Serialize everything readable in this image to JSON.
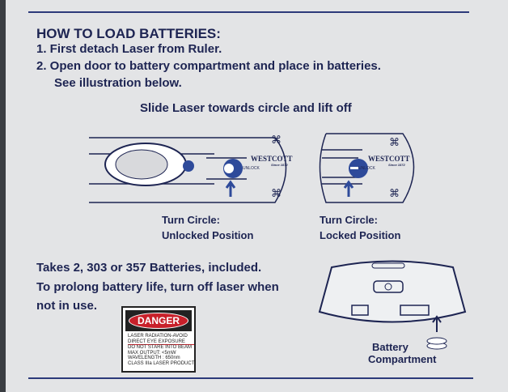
{
  "heading": "HOW TO LOAD BATTERIES:",
  "steps": [
    "1. First detach Laser from Ruler.",
    "2. Open door to battery compartment and place in batteries.",
    "See illustration below."
  ],
  "slide_caption": "Slide Laser towards circle and lift off",
  "diagrams": [
    {
      "brand": "WESTCOTT",
      "tagline": "Since 1872",
      "unlock": "UNLOCK",
      "caption1": "Turn Circle:",
      "caption2": "Unlocked Position"
    },
    {
      "brand": "WESTCOTT",
      "tagline": "Since 1872",
      "unlock": "UNLOCK",
      "caption1": "Turn Circle:",
      "caption2": "Locked Position"
    }
  ],
  "battery_note": [
    "Takes 2, 303 or 357 Batteries, included.",
    "To prolong battery life, turn off laser when",
    "not in use."
  ],
  "danger_label": {
    "title": "DANGER",
    "lines": [
      "LASER RADIATION-AVOID",
      "DIRECT EYE EXPOSURE",
      "DO NOT STARE INTO BEAM",
      "MAX OUTPUT: <5mW",
      "WAVELENGTH : 650nm",
      "CLASS IIIa LASER PRODUCT"
    ]
  },
  "battery_caption": [
    "Battery",
    "Compartment"
  ]
}
